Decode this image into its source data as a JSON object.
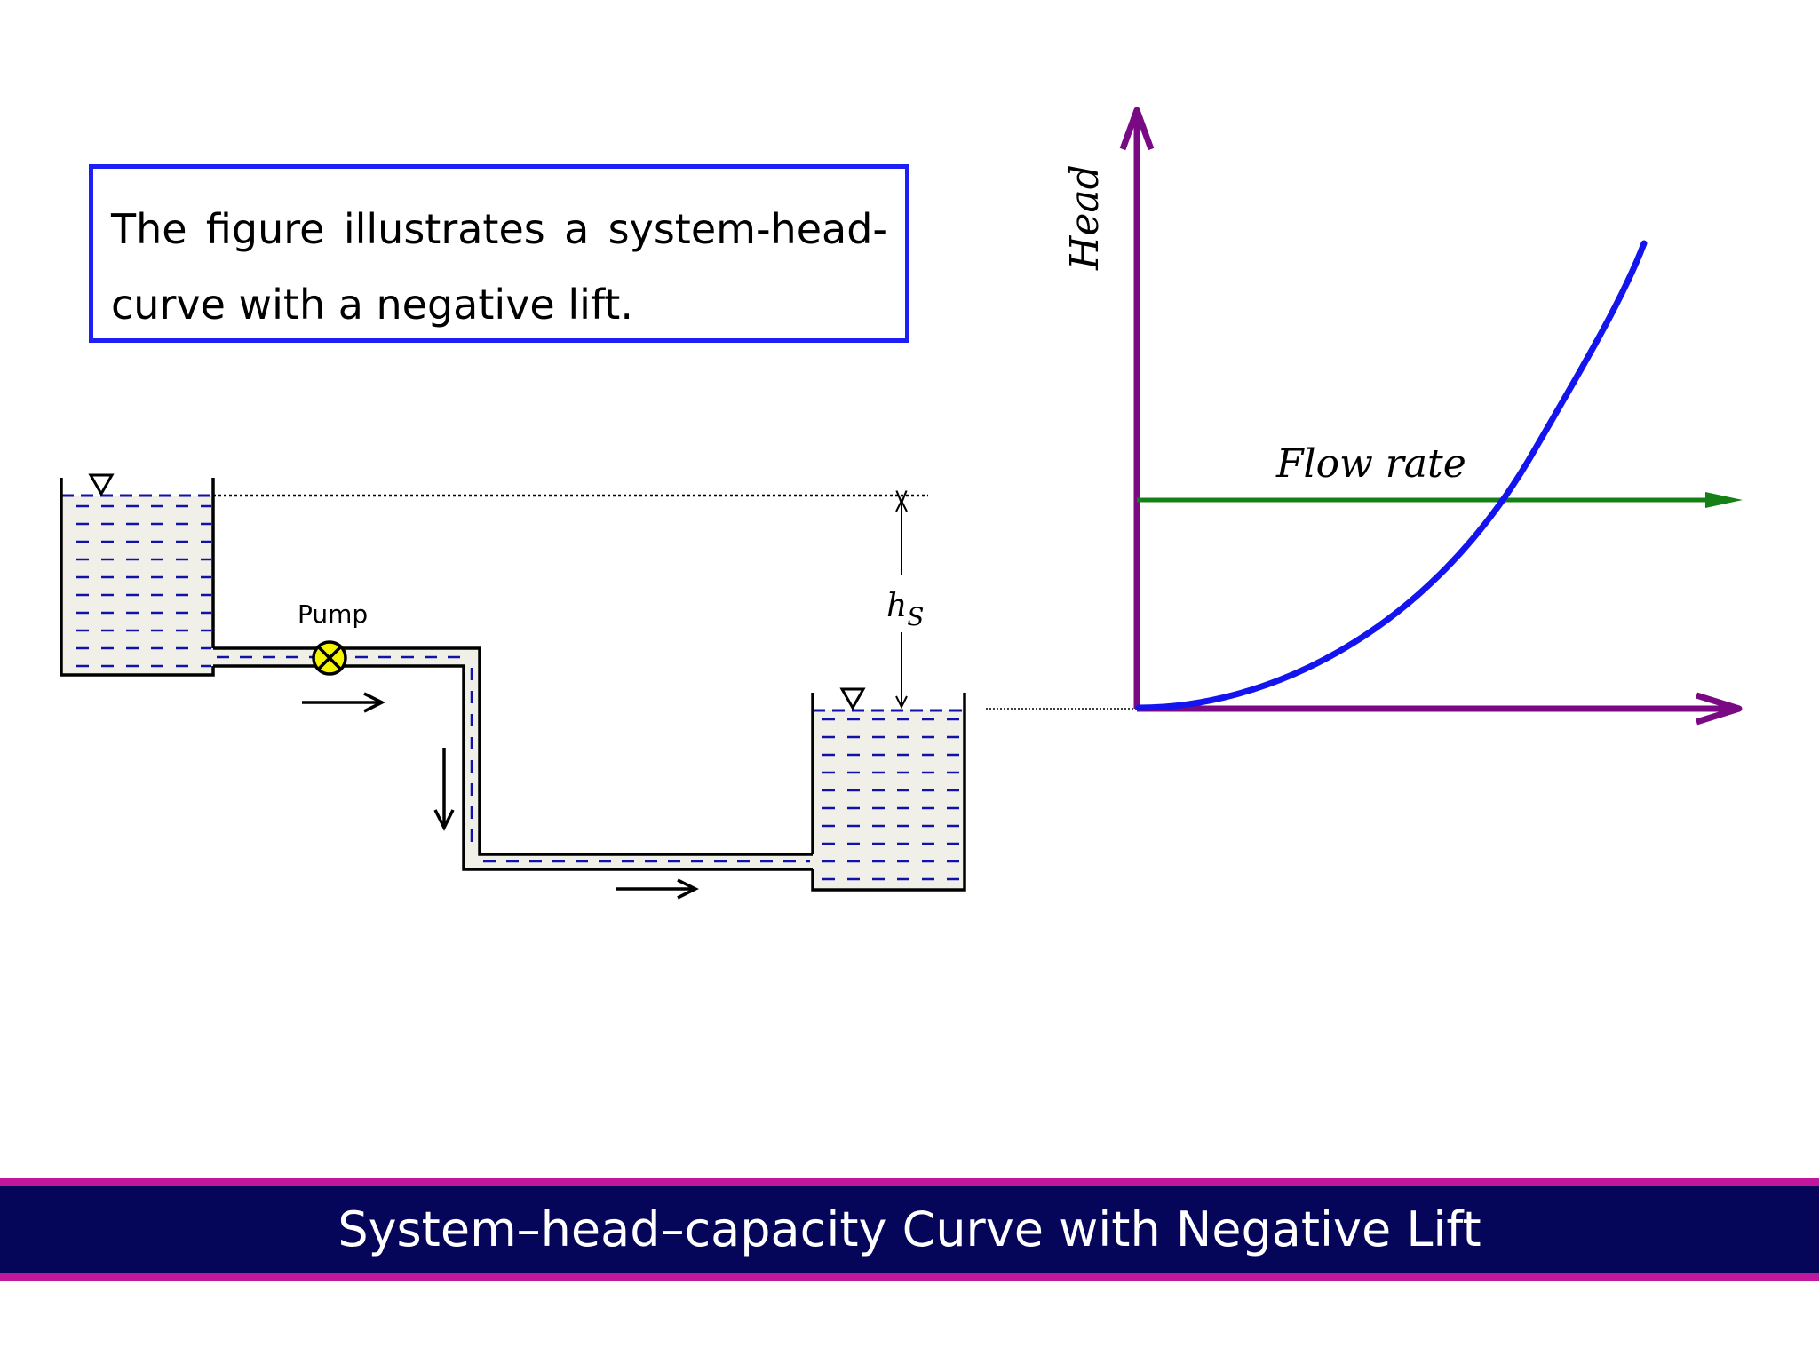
{
  "callout": {
    "line1": "The figure illustrates a system-head-",
    "line2": "curve with a negative lift."
  },
  "diagram": {
    "pump_label": "Pump",
    "static_head_label": "h",
    "static_head_subscript": "S"
  },
  "graph": {
    "y_axis_label": "Head",
    "flow_label": "Flow rate"
  },
  "footer": {
    "title": "System–head–capacity Curve with Negative Lift"
  },
  "colors": {
    "callout_border": "#1d1ff5",
    "banner_bg": "#05065a",
    "banner_border": "#c1179d",
    "axis": "#7a0a84",
    "system_curve": "#1414ef",
    "static_line": "#158015",
    "pump_fill": "#f5f500",
    "water_fill": "#f0efe8",
    "water_dash": "#1212a8"
  },
  "icons": [
    "free-surface-triangle-icon",
    "pump-icon",
    "flow-arrow-icon"
  ]
}
